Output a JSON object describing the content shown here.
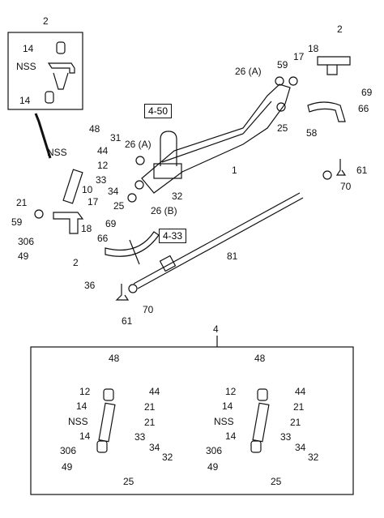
{
  "diagram": {
    "ref_boxes": [
      "4-50",
      "4-33"
    ],
    "main": {
      "inset_top": {
        "title": "2",
        "top": "14",
        "nss": "NSS",
        "bottom": "14"
      },
      "left_stack": [
        "48",
        "NSS",
        "44",
        "12",
        "10",
        "17",
        "18",
        "21",
        "59",
        "306",
        "49",
        "2",
        "36",
        "66",
        "69",
        "61",
        "70"
      ],
      "axle_labels": [
        "31",
        "26 (A)",
        "33",
        "34",
        "32",
        "26 (B)",
        "25",
        "1"
      ],
      "right_labels": [
        "2",
        "18",
        "17",
        "59",
        "26 (A)",
        "25",
        "69",
        "66",
        "58",
        "61",
        "70"
      ],
      "rod_label": "81"
    },
    "kit": {
      "title": "4",
      "left": [
        "48",
        "12",
        "44",
        "14",
        "21",
        "NSS",
        "21",
        "14",
        "33",
        "34",
        "306",
        "32",
        "49",
        "25"
      ],
      "right": [
        "48",
        "12",
        "44",
        "14",
        "21",
        "NSS",
        "21",
        "14",
        "33",
        "34",
        "306",
        "32",
        "49",
        "25"
      ]
    }
  }
}
